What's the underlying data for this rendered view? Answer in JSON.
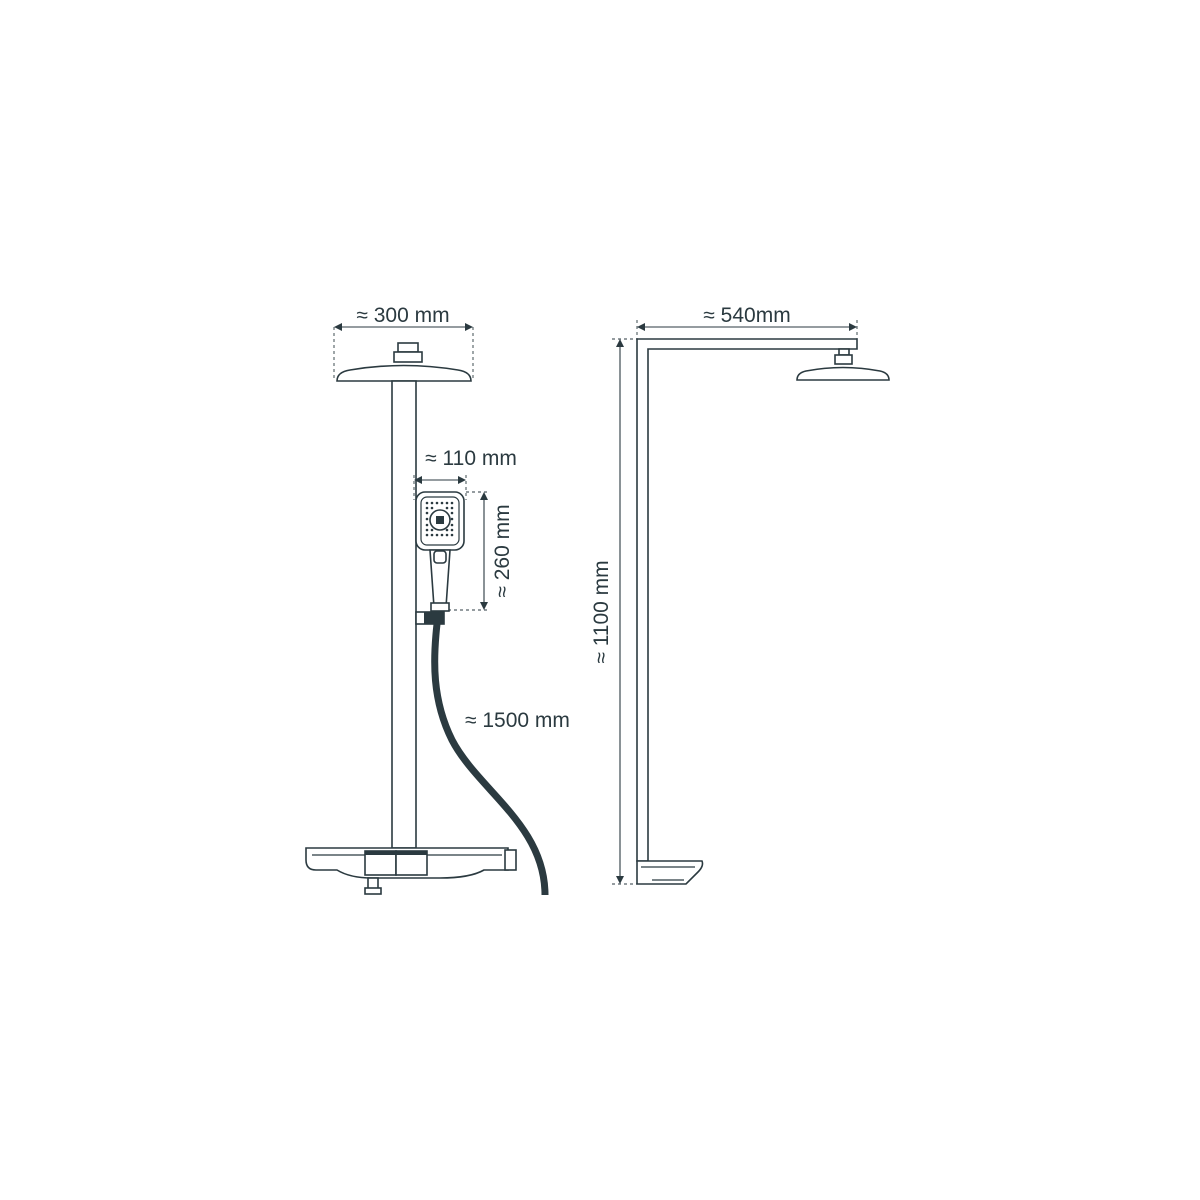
{
  "dimensions": {
    "showerhead_width": "≈ 300 mm",
    "arm_length": "≈ 540mm",
    "handshower_width": "≈ 110 mm",
    "handshower_height": "≈ 260 mm",
    "hose_length": "≈ 1500 mm",
    "total_height": "≈ 1100 mm"
  },
  "colors": {
    "line": "#2b3a40",
    "background": "#ffffff"
  }
}
